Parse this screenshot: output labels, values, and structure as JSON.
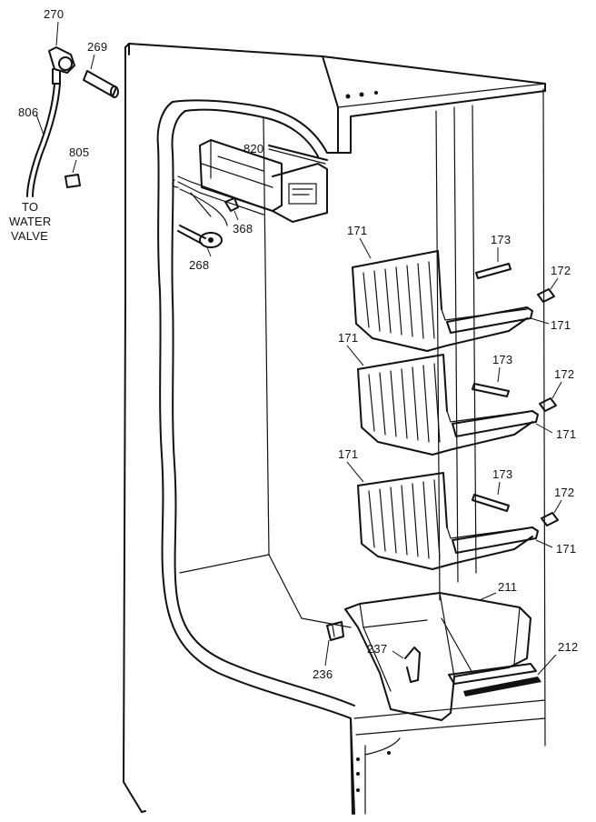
{
  "labels": {
    "p270": "270",
    "p269": "269",
    "p806": "806",
    "p805": "805",
    "p820": "820",
    "p368": "368",
    "p268": "268",
    "p171a": "171",
    "p171b": "171",
    "p171c": "171",
    "p171d": "171",
    "p171e": "171",
    "p171f": "171",
    "p173a": "173",
    "p173b": "173",
    "p173c": "173",
    "p172a": "172",
    "p172b": "172",
    "p172c": "172",
    "p211": "211",
    "p212": "212",
    "p237": "237",
    "p236": "236",
    "to_water_valve_1": "TO",
    "to_water_valve_2": "WATER",
    "to_water_valve_3": "VALVE"
  }
}
